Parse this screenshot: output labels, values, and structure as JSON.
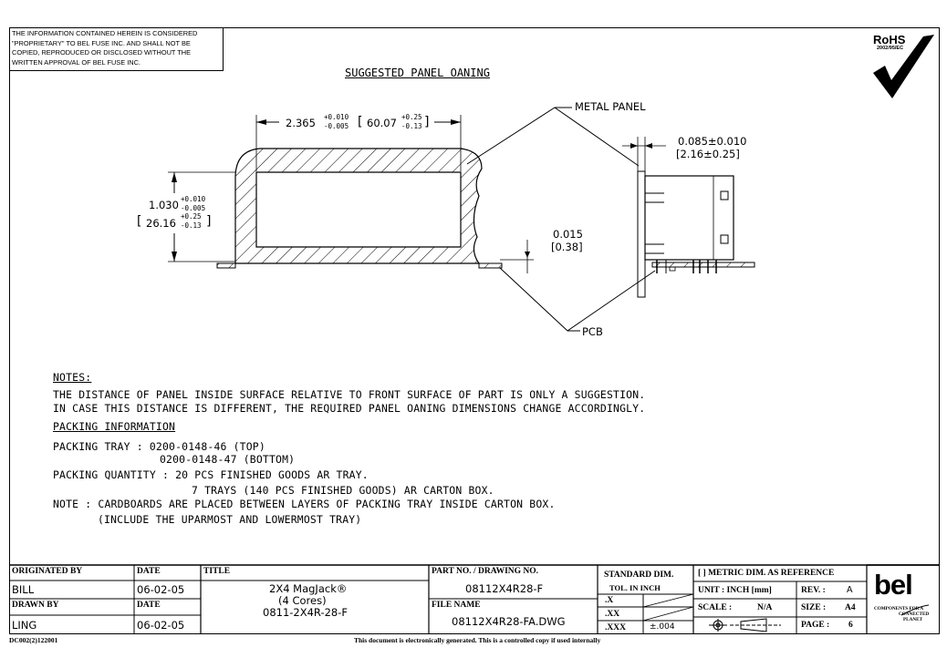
{
  "proprietary": {
    "lines": [
      "THE INFORMATION CONTAINED HEREIN IS CONSIDERED",
      "\"PROPRIETARY\" TO BEL FUSE INC. AND SHALL NOT BE",
      "COPIED, REPRODUCED OR DISCLOSED WITHOUT THE",
      "WRITTEN APPROVAL OF BEL FUSE INC."
    ]
  },
  "rohs": {
    "label": "RoHS",
    "directive": "2002/95/EC"
  },
  "drawing": {
    "title": "SUGGESTED PANEL OANING",
    "metal_panel": "METAL PANEL",
    "pcb": "PCB",
    "width_in": "2.365",
    "width_in_tol_plus": "+0.010",
    "width_in_tol_minus": "-0.005",
    "width_mm": "60.07",
    "width_mm_tol_plus": "+0.25",
    "width_mm_tol_minus": "-0.13",
    "height_in": "1.030",
    "height_in_tol_plus": "+0.010",
    "height_in_tol_minus": "-0.005",
    "height_mm": "26.16",
    "height_mm_tol_plus": "+0.25",
    "height_mm_tol_minus": "-0.13",
    "panel_thk_in": "0.085±0.010",
    "panel_thk_mm": "[2.16±0.25]",
    "gap_in": "0.015",
    "gap_mm": "[0.38]"
  },
  "notes": {
    "heading": "NOTES:",
    "line1": "THE DISTANCE OF PANEL INSIDE SURFACE RELATIVE TO FRONT SURFACE OF PART IS ONLY A SUGGESTION.",
    "line2": "IN CASE THIS DISTANCE IS DIFFERENT, THE REQUIRED PANEL OANING DIMENSIONS CHANGE ACCORDINGLY.",
    "packing_heading": "PACKING INFORMATION",
    "tray_top": "PACKING TRAY : 0200-0148-46 (TOP)",
    "tray_bottom": "0200-0148-47 (BOTTOM)",
    "qty1": "PACKING QUANTITY : 20 PCS FINISHED GOODS AR TRAY.",
    "qty2": "7 TRAYS (140 PCS FINISHED GOODS) AR CARTON BOX.",
    "note1": "NOTE : CARDBOARDS ARE PLACED BETWEEN LAYERS OF PACKING TRAY INSIDE CARTON BOX.",
    "note2": "(INCLUDE THE UPARMOST AND LOWERMOST TRAY)"
  },
  "title_block": {
    "originated_by_label": "ORIGINATED BY",
    "date_label": "DATE",
    "title_label": "TITLE",
    "part_no_label": "PART NO. / DRAWING NO.",
    "originator": "BILL",
    "orig_date": "06-02-05",
    "drawn_by_label": "DRAWN BY",
    "drawn_date_label": "DATE",
    "drawer": "LING",
    "drawn_date": "06-02-05",
    "title_line1": "2X4 MagJack®",
    "title_line2": "(4 Cores)",
    "title_line3": "0811-2X4R-28-F",
    "part_no": "08112X4R28-F",
    "file_name_label": "FILE NAME",
    "file_name": "08112X4R28-FA.DWG",
    "std_dim_label": "STANDARD DIM.",
    "tol_label": "TOL. IN INCH",
    "x_label": ".X",
    "xx_label": ".XX",
    "xxx_label": ".XXX",
    "xxx_tol": "±.004",
    "metric_ref": "[ ] METRIC DIM. AS REFERENCE",
    "unit": "UNIT : INCH [mm]",
    "rev": "REV. :",
    "rev_val": "A",
    "scale": "SCALE :",
    "scale_val": "N/A",
    "size": "SIZE :",
    "size_val": "A4",
    "page": "PAGE :",
    "page_val": "6",
    "logo": "bel",
    "tagline1": "COMPONENTS FOR A",
    "tagline2": "CONNECTED",
    "tagline3": "PLANET"
  },
  "footer": {
    "doc_code": "DC002(2)122001",
    "disclaimer": "This document is electronically generated. This is a controlled copy if used internally"
  }
}
